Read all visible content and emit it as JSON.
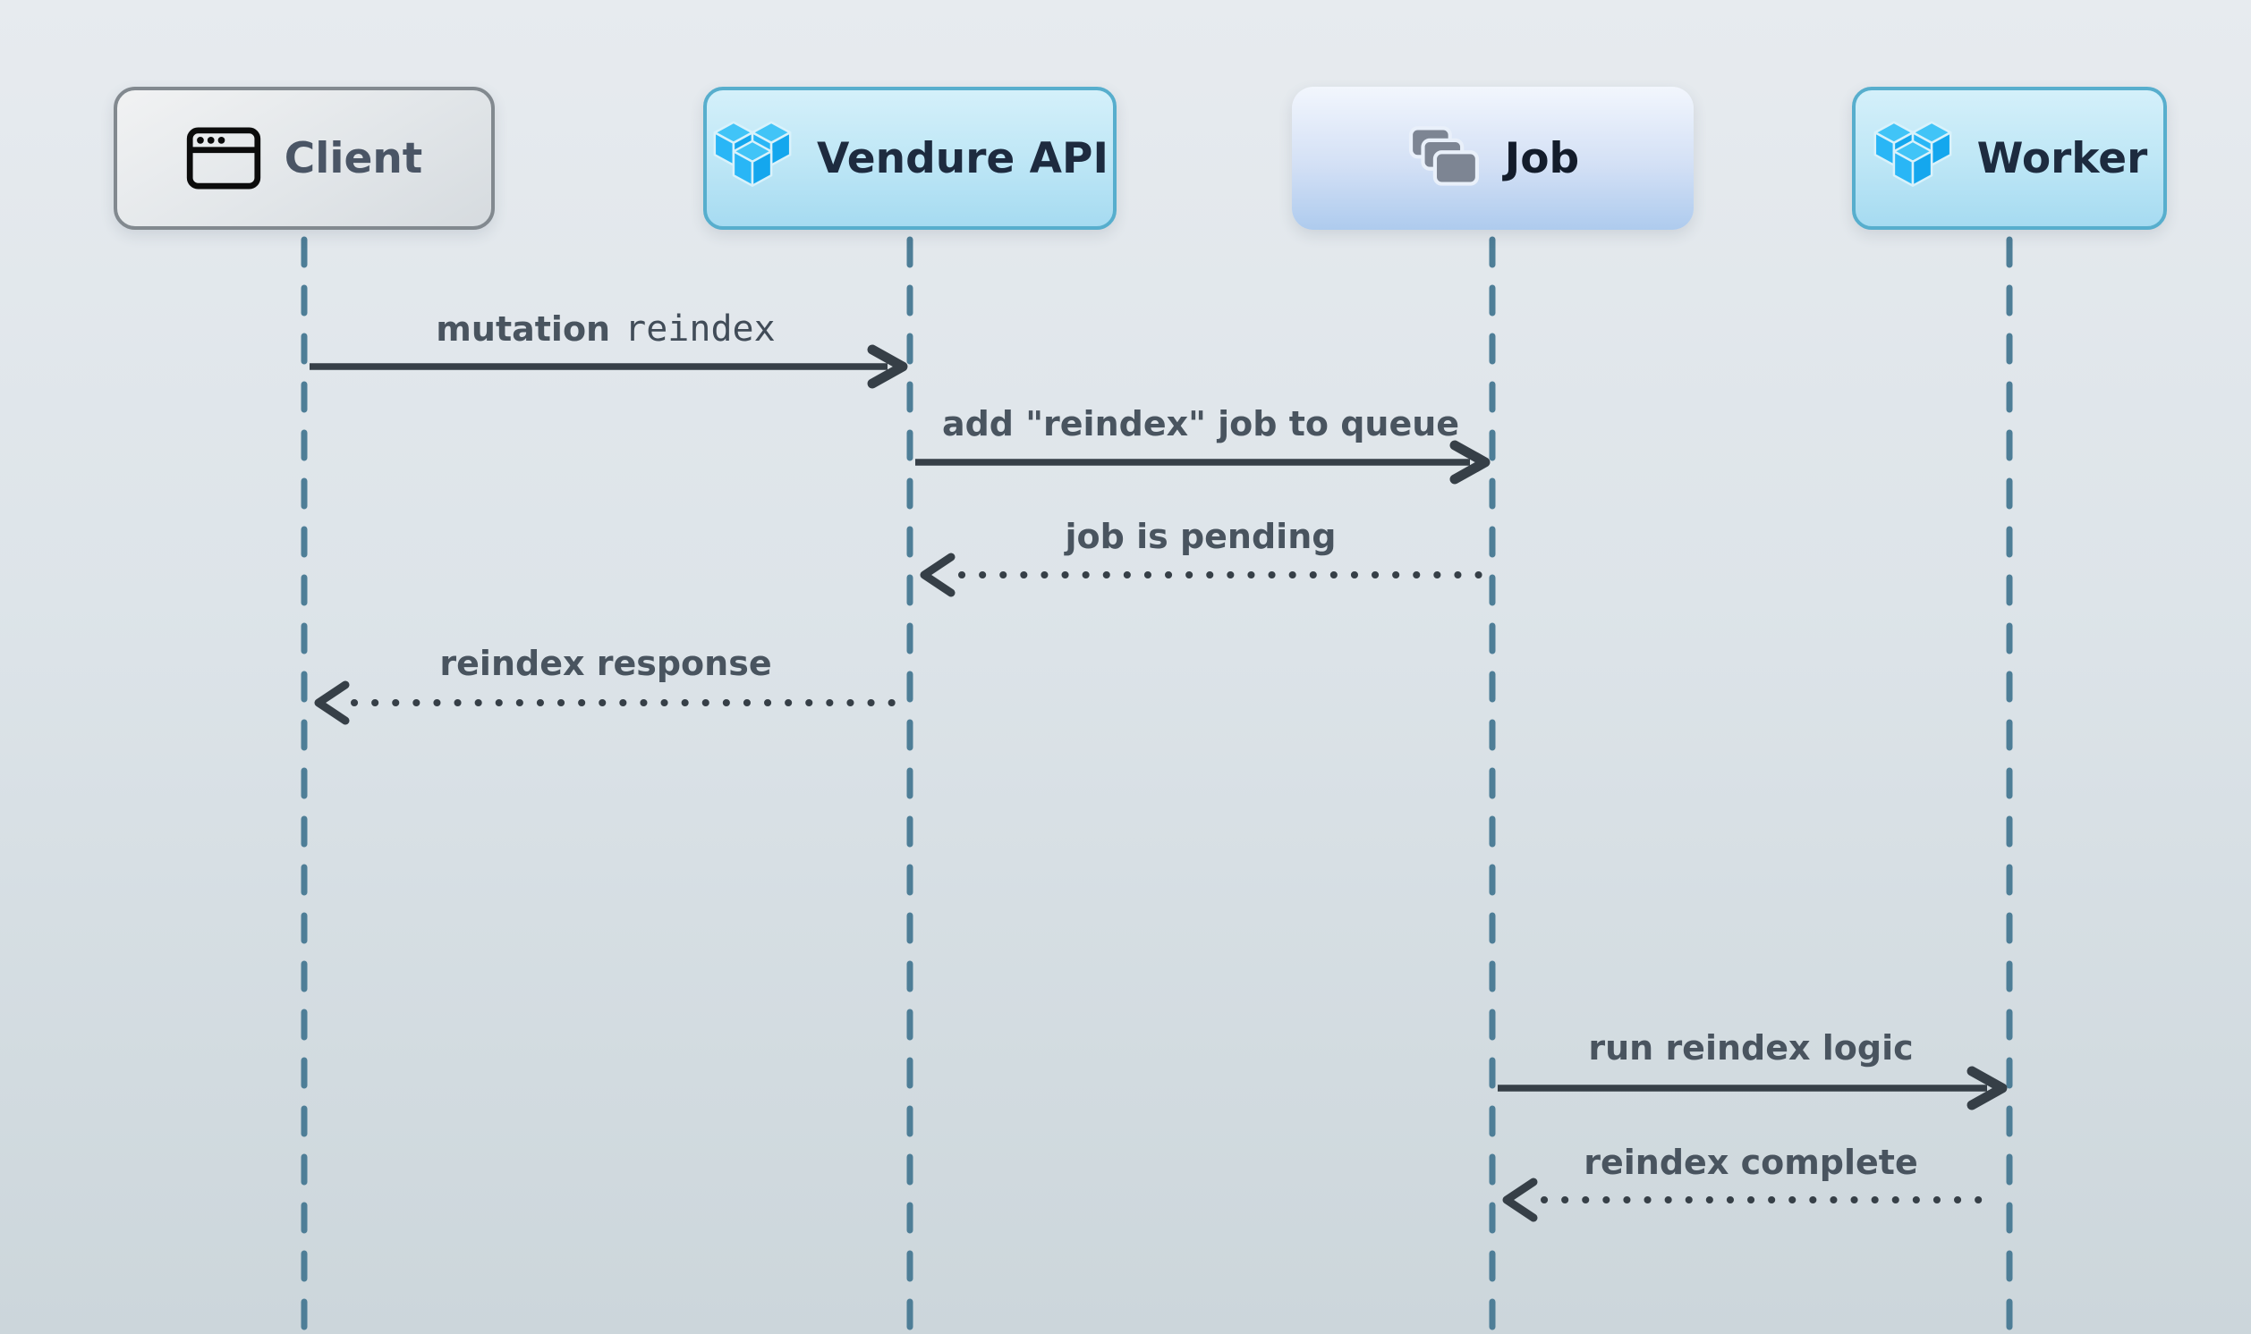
{
  "diagram": {
    "type": "sequence-diagram",
    "participants": [
      {
        "id": "client",
        "label": "Client",
        "icon": "browser-window-icon"
      },
      {
        "id": "vendure-api",
        "label": "Vendure API",
        "icon": "vendure-cubes-icon"
      },
      {
        "id": "job",
        "label": "Job",
        "icon": "stacked-cards-icon"
      },
      {
        "id": "worker",
        "label": "Worker",
        "icon": "vendure-cubes-icon"
      }
    ],
    "messages": [
      {
        "from": "Client",
        "to": "Vendure API",
        "label": "mutation",
        "code": "reindex",
        "style": "solid"
      },
      {
        "from": "Vendure API",
        "to": "Job",
        "label": "add \"reindex\" job to queue",
        "style": "solid"
      },
      {
        "from": "Job",
        "to": "Vendure API",
        "label": "job is pending",
        "style": "dotted"
      },
      {
        "from": "Vendure API",
        "to": "Client",
        "label": "reindex response",
        "style": "dotted"
      },
      {
        "from": "Job",
        "to": "Worker",
        "label": "run reindex logic",
        "style": "solid"
      },
      {
        "from": "Worker",
        "to": "Job",
        "label": "reindex complete",
        "style": "dotted"
      }
    ],
    "colors": {
      "background_top": "#e7ebef",
      "background_bottom": "#ccd6db",
      "lifeline": "#4e7e97",
      "arrow": "#363f47",
      "message_text": "#49545f",
      "vendure_blue": "#29b6f6",
      "client_box_border": "#82898f",
      "api_box_border": "#57aecd",
      "dark_label": "#1d2b3f"
    }
  }
}
